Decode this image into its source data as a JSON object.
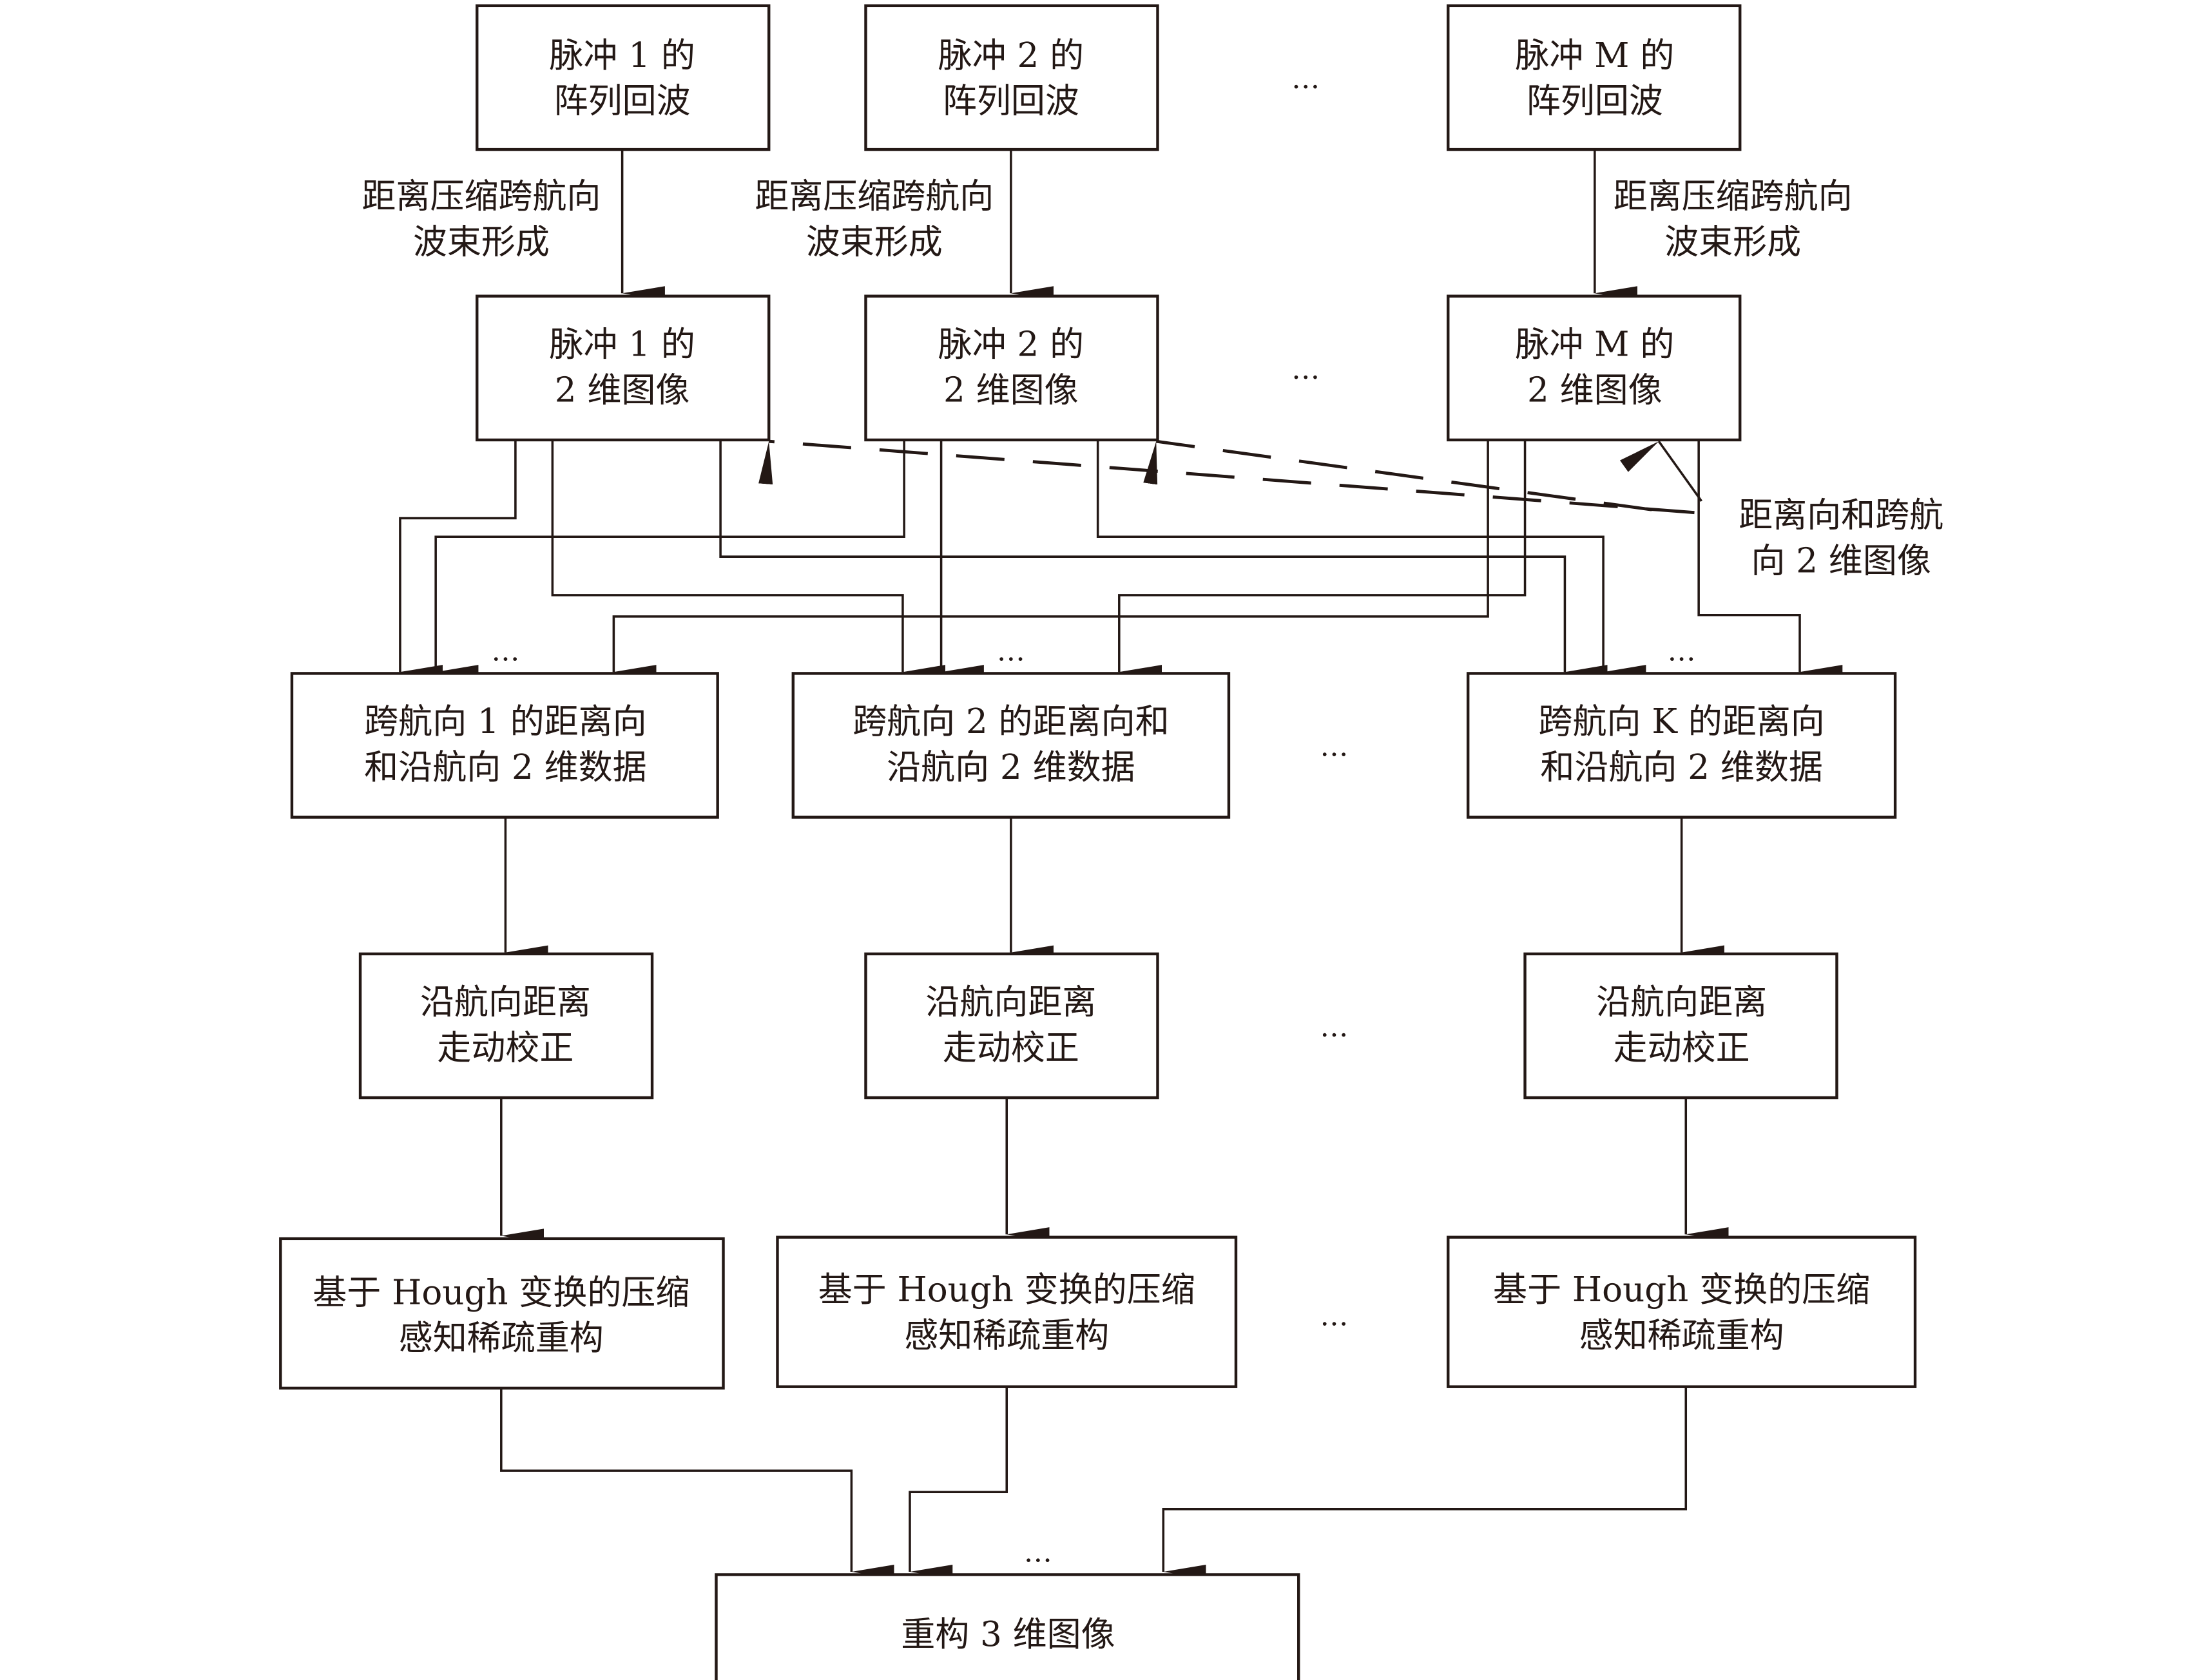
{
  "diagram": {
    "pulse_echo_boxes": [
      {
        "line1": "脉冲 1 的",
        "line2": "阵列回波"
      },
      {
        "line1": "脉冲 2 的",
        "line2": "阵列回波"
      },
      {
        "line1": "脉冲 M 的",
        "line2": "阵列回波"
      }
    ],
    "beamforming_labels": [
      {
        "line1": "距离压缩跨航向",
        "line2": "波束形成"
      },
      {
        "line1": "距离压缩跨航向",
        "line2": "波束形成"
      },
      {
        "line1": "距离压缩跨航向",
        "line2": "波束形成"
      }
    ],
    "pulse_image_boxes": [
      {
        "line1": "脉冲 1 的",
        "line2": "2 维图像"
      },
      {
        "line1": "脉冲 2 的",
        "line2": "2 维图像"
      },
      {
        "line1": "脉冲 M 的",
        "line2": "2 维图像"
      }
    ],
    "annotation": {
      "line1": "距离向和跨航",
      "line2": "向 2 维图像"
    },
    "cross_track_boxes": [
      {
        "line1": "跨航向 1 的距离向",
        "line2": "和沿航向 2 维数据"
      },
      {
        "line1": "跨航向 2 的距离向和",
        "line2": "沿航向 2 维数据"
      },
      {
        "line1": "跨航向 K 的距离向",
        "line2": "和沿航向 2 维数据"
      }
    ],
    "rmc_boxes": [
      {
        "line1": "沿航向距离",
        "line2": "走动校正"
      },
      {
        "line1": "沿航向距离",
        "line2": "走动校正"
      },
      {
        "line1": "沿航向距离",
        "line2": "走动校正"
      }
    ],
    "cs_boxes": [
      {
        "line1": "基于 Hough 变换的压缩",
        "line2": "感知稀疏重构"
      },
      {
        "line1": "基于 Hough 变换的压缩",
        "line2": "感知稀疏重构"
      },
      {
        "line1": "基于 Hough 变换的压缩",
        "line2": "感知稀疏重构"
      }
    ],
    "output_box": {
      "label": "重构 3 维图像"
    },
    "ellipsis": "…"
  }
}
